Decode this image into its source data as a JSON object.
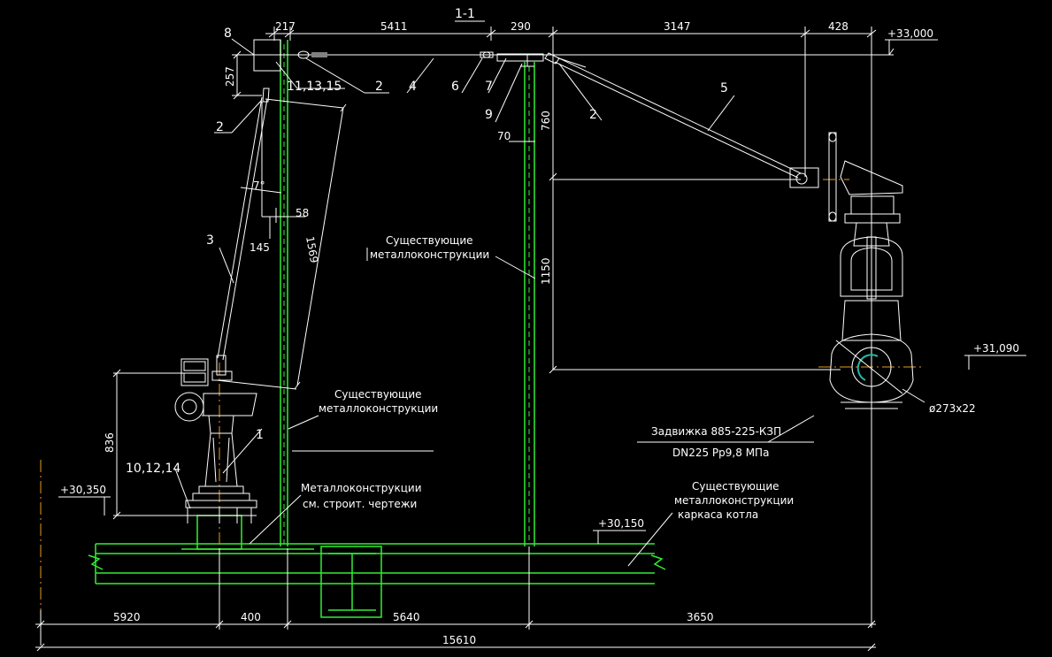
{
  "section_title": "1-1",
  "dimensions_top": {
    "d217": "217",
    "d5411": "5411",
    "d290": "290",
    "d3147": "3147",
    "d428": "428"
  },
  "dimensions_left": {
    "d257": "257",
    "d836": "836",
    "d145": "145",
    "d58": "58",
    "d1569": "1569",
    "angle": "7°"
  },
  "dimensions_mid": {
    "d70": "70",
    "d760": "760",
    "d1150": "1150"
  },
  "dimensions_bottom": {
    "d5920": "5920",
    "d400": "400",
    "d5640": "5640",
    "d3650": "3650",
    "d15610": "15610"
  },
  "elevations": {
    "top": "+33,000",
    "valve": "+31,090",
    "left_base": "+30,350",
    "floor": "+30,150"
  },
  "callouts": {
    "c8": "8",
    "c2a": "2",
    "c2b": "2",
    "c2c": "2",
    "c3": "3",
    "c4": "4",
    "c5": "5",
    "c6": "6",
    "c7": "7",
    "c9": "9",
    "c1": "1",
    "c11": "11,13,15",
    "c10": "10,12,14"
  },
  "notes": {
    "existing1_l1": "Существующие",
    "existing1_l2": "металлоконструкции",
    "existing2_l1": "Существующие",
    "existing2_l2": "металлоконструкции",
    "metal_l1": "Металлоконструкции",
    "metal_l2": "см. строит. чертежи",
    "boiler_l1": "Существующие",
    "boiler_l2": "металлоконструкции",
    "boiler_l3": "каркаса котла",
    "valve_l1": "Задвижка 885-225-КЗП",
    "valve_l2": "DN225 Рр9,8 МПа",
    "pipe": "ø273x22"
  },
  "colors": {
    "background": "#000000",
    "lines": "#ffffff",
    "steel": "#33ee33",
    "axis": "#e69a1a",
    "section": "#22b8a8"
  }
}
